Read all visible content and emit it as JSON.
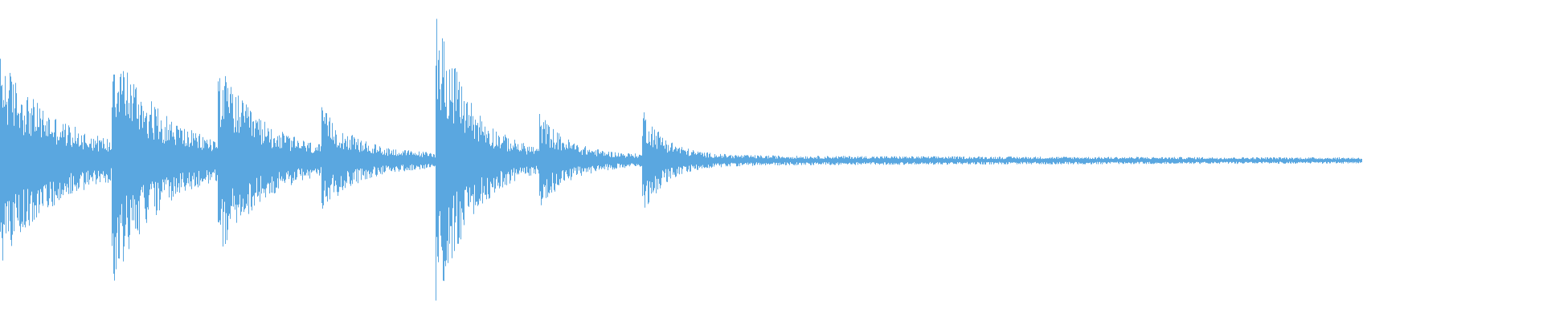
{
  "waveform": {
    "color": "#5aa7e0",
    "background": "#ffffff",
    "duration_fraction": 0.883,
    "onsets": [
      {
        "t": 0.0,
        "amp": 0.62,
        "decay": 0.035
      },
      {
        "t": 0.072,
        "amp": 0.7,
        "decay": 0.03
      },
      {
        "t": 0.141,
        "amp": 0.52,
        "decay": 0.028
      },
      {
        "t": 0.208,
        "amp": 0.25,
        "decay": 0.02
      },
      {
        "t": 0.282,
        "amp": 1.0,
        "decay": 0.022
      },
      {
        "t": 0.349,
        "amp": 0.24,
        "decay": 0.018
      },
      {
        "t": 0.416,
        "amp": 0.32,
        "decay": 0.015
      }
    ],
    "floor_level": 0.06,
    "tail_level": 0.012
  }
}
